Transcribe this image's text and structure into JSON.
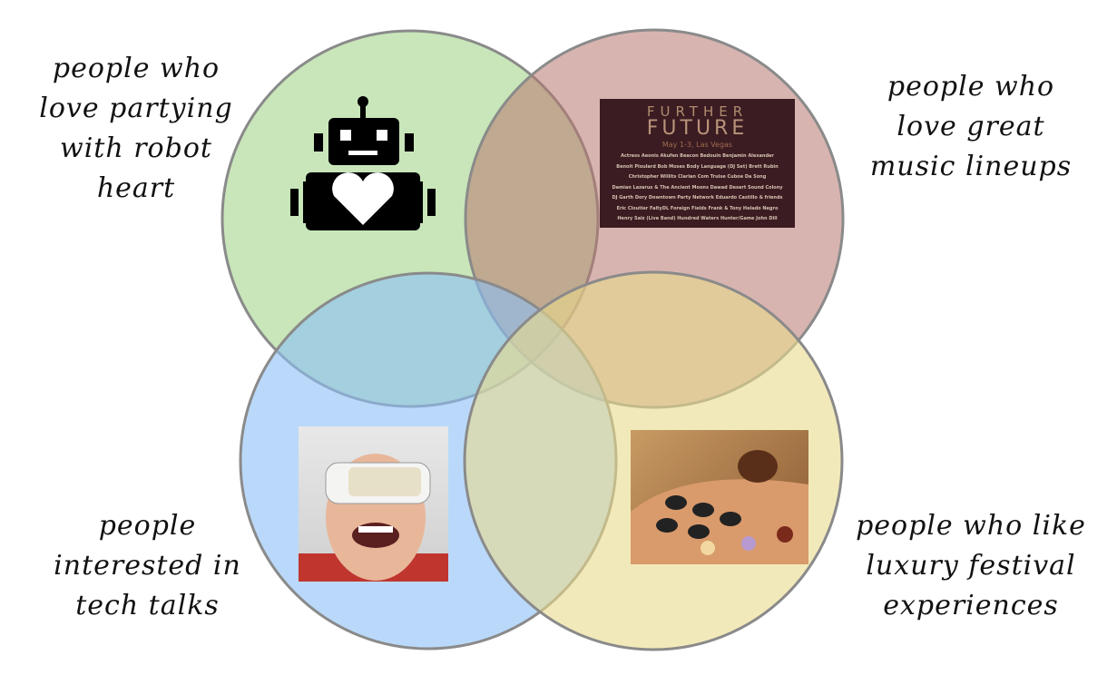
{
  "sets": [
    {
      "id": "robot-heart",
      "lines": [
        "people who",
        "love partying",
        "with robot",
        "heart"
      ],
      "color": "#a6d78e"
    },
    {
      "id": "music-lineups",
      "lines": [
        "people who",
        "love great",
        "music lineups"
      ],
      "color": "#c88c86"
    },
    {
      "id": "tech-talks",
      "lines": [
        "people",
        "interested in",
        "tech talks"
      ],
      "color": "#90c3f5"
    },
    {
      "id": "luxury-festival",
      "lines": [
        "people who like",
        "luxury festival",
        "experiences"
      ],
      "color": "#ecd98a"
    }
  ],
  "poster": {
    "title_top": "FURTHER",
    "title_main": "FUTURE",
    "date": "May 1-3, Las Vegas",
    "lineup": [
      "Actress   Aeonis   Akufen   Beacon   Bedouin   Benjamin Alexander",
      "Benoit Pioulard   Bob Moses   Body Language (DJ Set)   Brett Rubin",
      "Christopher Willits   Clarian   Com Truise   Cuboe Da Song",
      "Damian Lazarus & The Ancient Moons   Dawad   Desert Sound Colony",
      "DJ Garth   Dory   Downtown Party Network   Eduardo Castillo & friends",
      "Eric Cloutier   FaltyDL   Foreign Fields   Frank & Tony   Helado Negro",
      "Henry Saiz (Live Band)   Hundred Waters   Hunter/Game   John Dill"
    ]
  }
}
